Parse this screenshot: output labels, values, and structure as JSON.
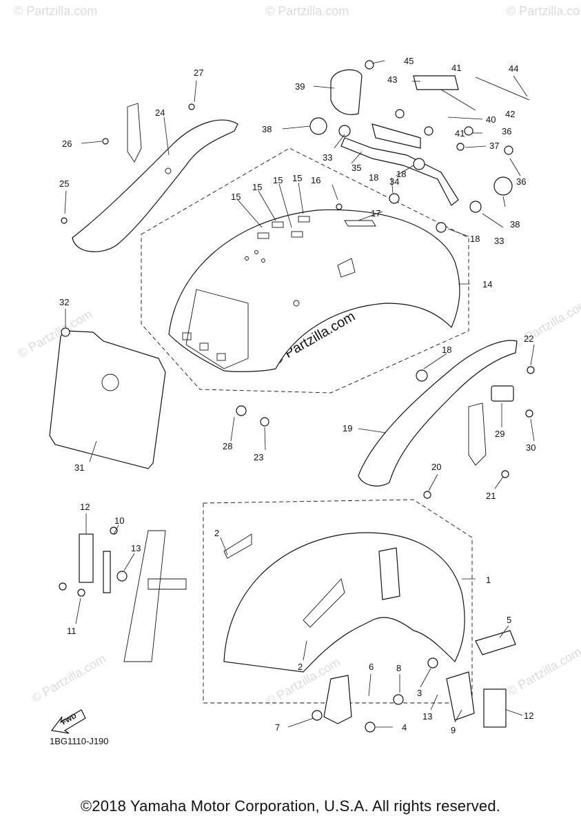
{
  "drawing_code": "1BG1110-J190",
  "copyright": "©2018 Yamaha Motor Corporation, U.S.A. All rights reserved.",
  "watermark": "© Partzilla.com",
  "direction_label": "FWD",
  "callouts": [
    "1",
    "2",
    "2",
    "3",
    "4",
    "5",
    "6",
    "7",
    "8",
    "9",
    "10",
    "11",
    "12",
    "12",
    "13",
    "13",
    "14",
    "15",
    "15",
    "15",
    "15",
    "16",
    "17",
    "18",
    "18",
    "18",
    "18",
    "19",
    "20",
    "21",
    "22",
    "23",
    "24",
    "25",
    "26",
    "27",
    "28",
    "29",
    "30",
    "31",
    "32",
    "33",
    "33",
    "34",
    "35",
    "36",
    "36",
    "37",
    "38",
    "38",
    "39",
    "40",
    "41",
    "41",
    "42",
    "43",
    "44",
    "45"
  ]
}
